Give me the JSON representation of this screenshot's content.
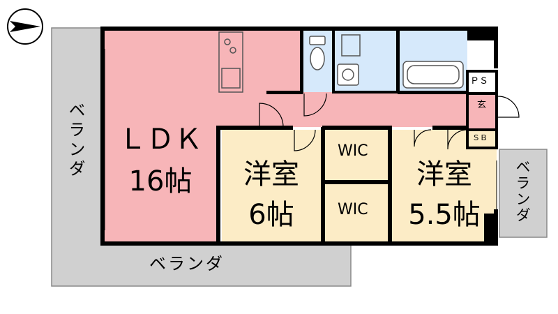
{
  "floorplan": {
    "rooms": {
      "ldk": {
        "name": "ＬＤＫ",
        "size": "16帖"
      },
      "western1": {
        "name": "洋室",
        "size": "6帖"
      },
      "western2": {
        "name": "洋室",
        "size": "5.5帖"
      },
      "wic_upper": "WIC",
      "wic_lower": "WIC",
      "ps": "ＰＳ",
      "sb": "ＳＢ",
      "entrance": "玄"
    },
    "balconies": {
      "left": "ベランダ",
      "bottom": "ベランダ",
      "right": "ベランダ"
    },
    "colors": {
      "ldk": "#f7b5b8",
      "corridor": "#f7b5b8",
      "western": "#fcecc6",
      "wet": "#d6e9fb",
      "balcony": "#d0d0d0",
      "wall": "#000000"
    },
    "compass": "north-arrow-icon"
  }
}
